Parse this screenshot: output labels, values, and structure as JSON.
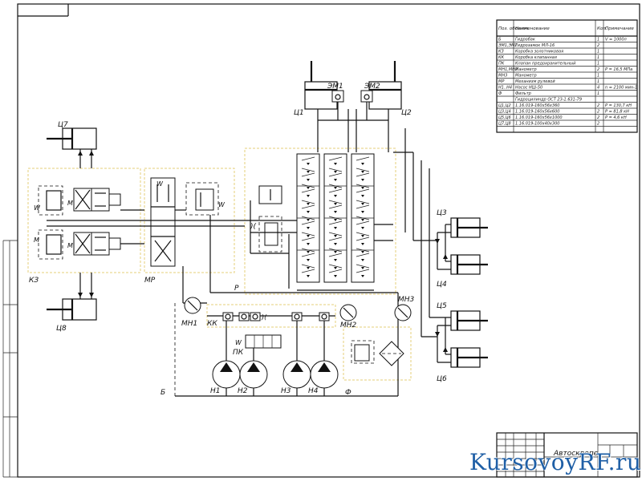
{
  "labels": {
    "c7": "Ц7",
    "c8": "Ц8",
    "c1": "Ц1",
    "c2": "Ц2",
    "c3": "Ц3",
    "c4": "Ц4",
    "c5": "Ц5",
    "c6": "Ц6",
    "em1": "ЭМ1",
    "em2": "ЭМ2",
    "kz": "КЗ",
    "mr": "МР",
    "kk": "КК",
    "pk": "ПК",
    "mn1": "МН1",
    "mn2": "МН2",
    "mn3": "МН3",
    "p": "Р",
    "b": "Б",
    "f": "Ф",
    "n1": "Н1",
    "n2": "Н2",
    "n3": "Н3",
    "n4": "Н4"
  },
  "table": {
    "headers": [
      "Поз. обознач.",
      "Наименование",
      "Кол.",
      "Примечание"
    ],
    "rows": [
      [
        "Б",
        "Гидробак",
        "1",
        "V = 1000л"
      ],
      [
        "ЭМ1,ЭМ2",
        "Гидрозамок МЛ-16",
        "2",
        ""
      ],
      [
        "КЗ",
        "Коробка золотниковая",
        "1",
        ""
      ],
      [
        "КК",
        "Коробка клапанная",
        "1",
        ""
      ],
      [
        "ПК",
        "Клапан предохранительный",
        "1",
        ""
      ],
      [
        "МН1,МН2",
        "Манометр",
        "2",
        "Р = 16,5 МПа"
      ],
      [
        "МН3",
        "Манометр",
        "1",
        ""
      ],
      [
        "МР",
        "Механизм рулевой",
        "1",
        ""
      ],
      [
        "Н1..Н4",
        "Насос НШ-50",
        "4",
        "n = 2100 мин-1"
      ],
      [
        "Ф",
        "Фильтр",
        "1",
        ""
      ],
      [
        "",
        "Гидроцилиндр ОСТ 23-1.631-79",
        "",
        ""
      ],
      [
        "Ц1,Ц2",
        "1.16.019-160х56х360",
        "2",
        "Р = 130,7 кН"
      ],
      [
        "Ц3,Ц4",
        "1.16.019-160х56х600",
        "2",
        "Р = 81,8 кН"
      ],
      [
        "Ц5,Ц6",
        "1.16.019-160х56х1000",
        "2",
        "Р = 4,6 кН"
      ],
      [
        "Ц7,Ц8",
        "1.16.019-100х40х300",
        "2",
        ""
      ]
    ]
  },
  "stamp": {
    "title": "Автоскрепе"
  },
  "watermark": {
    "text": "KursovoyRF.ru"
  }
}
